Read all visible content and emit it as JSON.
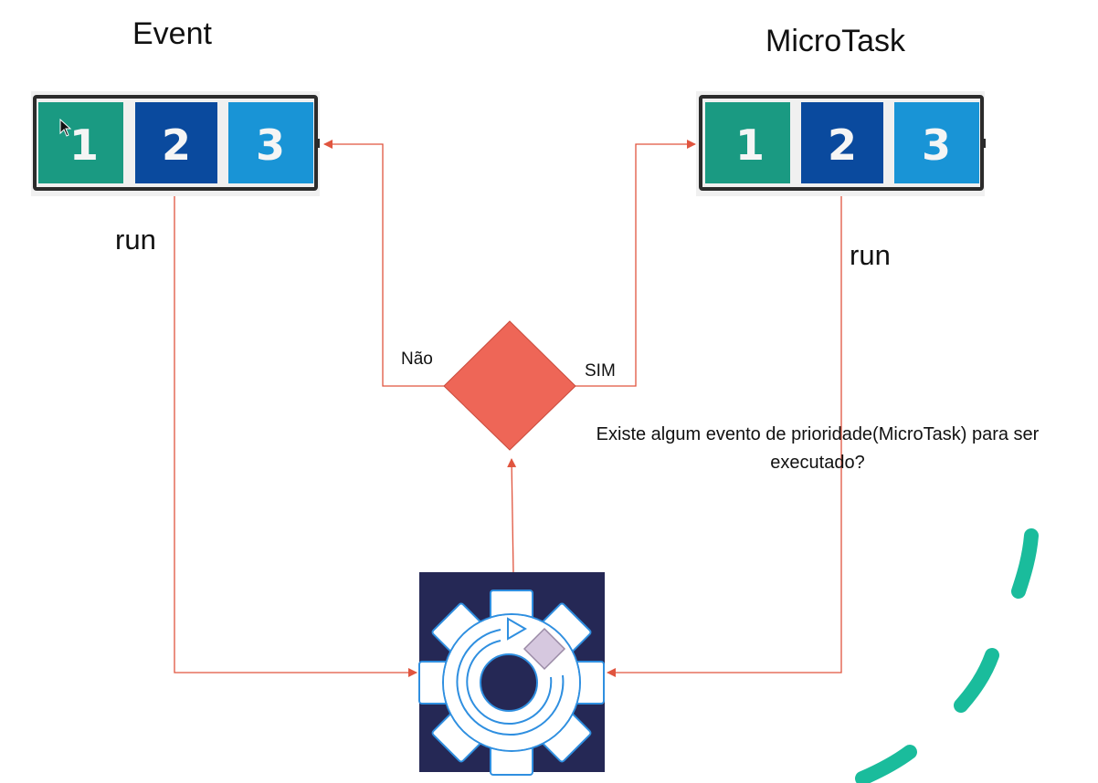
{
  "queues": {
    "event": {
      "title": "Event",
      "cells": [
        "1",
        "2",
        "3"
      ],
      "run_label": "run"
    },
    "microtask": {
      "title": "MicroTask",
      "cells": [
        "1",
        "2",
        "3"
      ],
      "run_label": "run"
    }
  },
  "decision": {
    "no_label": "Não",
    "yes_label": "SIM",
    "question": "Existe algum evento de prioridade(MicroTask) para ser executado?"
  },
  "colors": {
    "cell_1": "#1a9a82",
    "cell_2": "#0a4a9e",
    "cell_3": "#1994d6",
    "decision": "#ee6657",
    "connector": "#e0553f",
    "engine_bg": "#252855",
    "accent_stroke": "#1abc9c"
  },
  "icons": {
    "engine": "gear-cycle-icon",
    "cursor": "mouse-pointer-icon"
  }
}
